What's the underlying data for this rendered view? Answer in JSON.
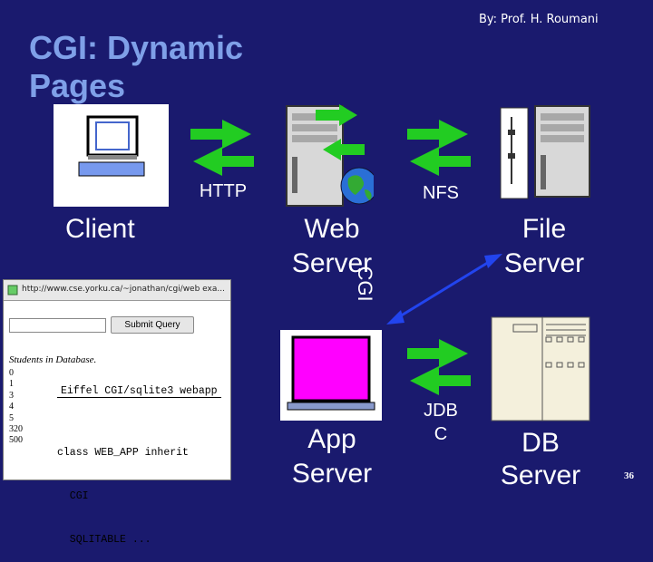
{
  "header": {
    "author": "By: Prof. H. Roumani",
    "title": "CGI: Dynamic Pages"
  },
  "labels": {
    "http": "HTTP",
    "nfs": "NFS",
    "client": "Client",
    "web_server_line1": "Web",
    "web_server_line2": "Server",
    "file_server_line1": "File",
    "file_server_line2": "Server",
    "cgi": "CGI",
    "app_server_line1": "App",
    "app_server_line2": "Server",
    "jdbc_line1": "JDB",
    "jdbc_line2": "C",
    "db_server_line1": "DB",
    "db_server_line2": "Server"
  },
  "browser": {
    "url": "http://www.cse.yorku.ca/~jonathan/cgi/web exa...",
    "submit_label": "Submit Query",
    "students_heading": "Students in Database.",
    "ids": [
      "0",
      "1",
      "3",
      "4",
      "5",
      "320",
      "500"
    ]
  },
  "code": {
    "line_eiffel": "Eiffel CGI/sqlite3 webapp",
    "class_line1": "class WEB_APP inherit",
    "class_line2": "  CGI",
    "class_line3": "  SQLITABLE ..."
  },
  "footer": {
    "page_number": "36"
  },
  "colors": {
    "background": "#1a1a6e",
    "title": "#7fa0e8",
    "arrow_green": "#22cc22",
    "arrow_blue": "#2244ee",
    "app_fill": "#ff00ff",
    "client_screen": "#7799ee"
  }
}
